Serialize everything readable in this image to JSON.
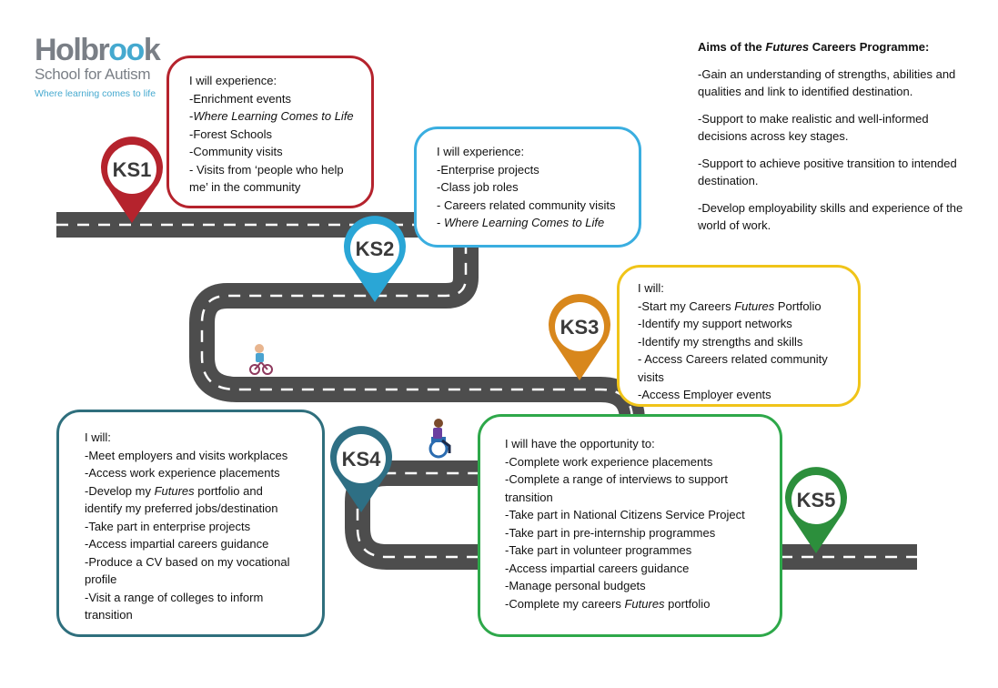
{
  "logo": {
    "name_start": "Holbr",
    "name_oo": "oo",
    "name_end": "k",
    "subtitle": "School for Autism",
    "tagline": "Where learning comes to life"
  },
  "aims": {
    "title_pre": "Aims of the ",
    "title_em": "Futures",
    "title_post": " Careers Programme:",
    "items": [
      "-Gain an understanding of strengths, abilities and qualities and link to identified destination.",
      "-Support to make realistic and well-informed decisions across key stages.",
      "-Support to achieve positive transition to intended destination.",
      "-Develop employability skills and experience of the world of work."
    ]
  },
  "markers": {
    "ks1": "KS1",
    "ks2": "KS2",
    "ks3": "KS3",
    "ks4": "KS4",
    "ks5": "KS5"
  },
  "colors": {
    "ks1": "#b5232d",
    "ks2": "#2aa6d6",
    "ks3": "#d8871c",
    "ks4": "#2e6f84",
    "ks5": "#2c8f3c",
    "box_ks1": "#b5232d",
    "box_ks2": "#3aaee0",
    "box_ks3": "#f0c419",
    "box_ks4": "#2f6f7d",
    "box_ks5": "#2ea84a",
    "road": "#4d4d4d"
  },
  "ks1_box": {
    "heading": "I will experience:",
    "l1": "-Enrichment events",
    "l2_pre": "-",
    "l2_em": "Where Learning Comes to Life",
    "l3": "-Forest Schools",
    "l4": "-Community visits",
    "l5": "- Visits from ‘people who help",
    "l6": "me’ in the community"
  },
  "ks2_box": {
    "heading": "I will experience:",
    "l1": "-Enterprise projects",
    "l2": "-Class job roles",
    "l3": "- Careers related community visits",
    "l4_pre": "- ",
    "l4_em": "Where Learning Comes to Life"
  },
  "ks3_box": {
    "heading": "I will:",
    "l1_pre": "-Start my Careers ",
    "l1_em": "Futures",
    "l1_post": " Portfolio",
    "l2": "-Identify my support networks",
    "l3": "-Identify my strengths and skills",
    "l4": "- Access Careers related community",
    "l5": "visits",
    "l6": "-Access Employer events"
  },
  "ks4_box": {
    "heading": "I will:",
    "l1": "-Meet employers and visits workplaces",
    "l2": "-Access work experience placements",
    "l3_pre": "-Develop my ",
    "l3_em": "Futures",
    "l3_post": " portfolio and",
    "l4": "identify my preferred jobs/destination",
    "l5": "-Take part in enterprise projects",
    "l6": "-Access impartial careers guidance",
    "l7": "-Produce a CV based on my vocational",
    "l8": "profile",
    "l9": "-Visit a range of colleges to inform",
    "l10": "transition"
  },
  "ks5_box": {
    "heading": "I will have the opportunity to:",
    "l1": "-Complete work experience placements",
    "l2": "-Complete a range of interviews to support",
    "l3": "transition",
    "l4": "-Take part in National Citizens Service Project",
    "l5": "-Take part in pre-internship programmes",
    "l6": "-Take part in volunteer programmes",
    "l7": "-Access impartial careers guidance",
    "l8": "-Manage personal budgets",
    "l9_pre": "-Complete my careers ",
    "l9_em": "Futures",
    "l9_post": " portfolio"
  }
}
